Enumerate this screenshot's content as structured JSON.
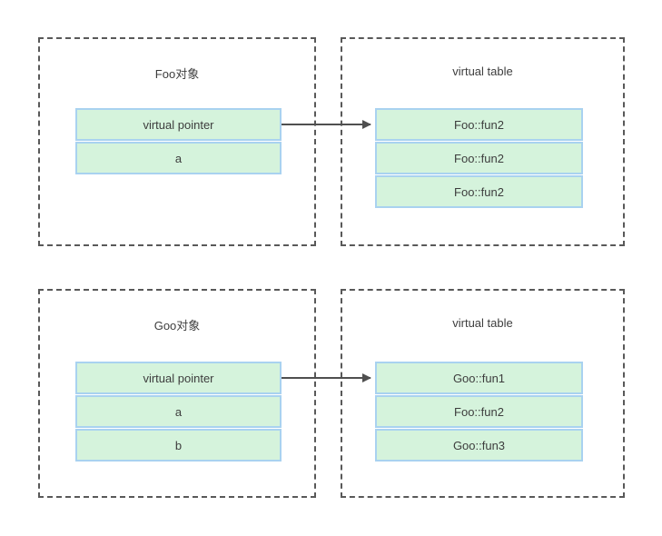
{
  "colors": {
    "background": "#ffffff",
    "cell_fill": "#d5f3dc",
    "cell_border": "#a9d2f0",
    "box_border": "#595959",
    "arrow": "#4f4f4f",
    "text": "#3d3d3d"
  },
  "diagram": {
    "groups": [
      {
        "id": "foo-object",
        "title": "Foo对象",
        "rows": [
          "virtual pointer",
          "a"
        ]
      },
      {
        "id": "foo-vtable",
        "title": "virtual table",
        "rows": [
          "Foo::fun2",
          "Foo::fun2",
          "Foo::fun2"
        ]
      },
      {
        "id": "goo-object",
        "title": "Goo对象",
        "rows": [
          "virtual pointer",
          "a",
          "b"
        ]
      },
      {
        "id": "goo-vtable",
        "title": "virtual table",
        "rows": [
          "Goo::fun1",
          "Foo::fun2",
          "Goo::fun3"
        ]
      }
    ],
    "arrows": [
      {
        "from": "foo-object.virtual-pointer",
        "to": "foo-vtable.row-0"
      },
      {
        "from": "goo-object.virtual-pointer",
        "to": "goo-vtable.row-0"
      }
    ]
  }
}
